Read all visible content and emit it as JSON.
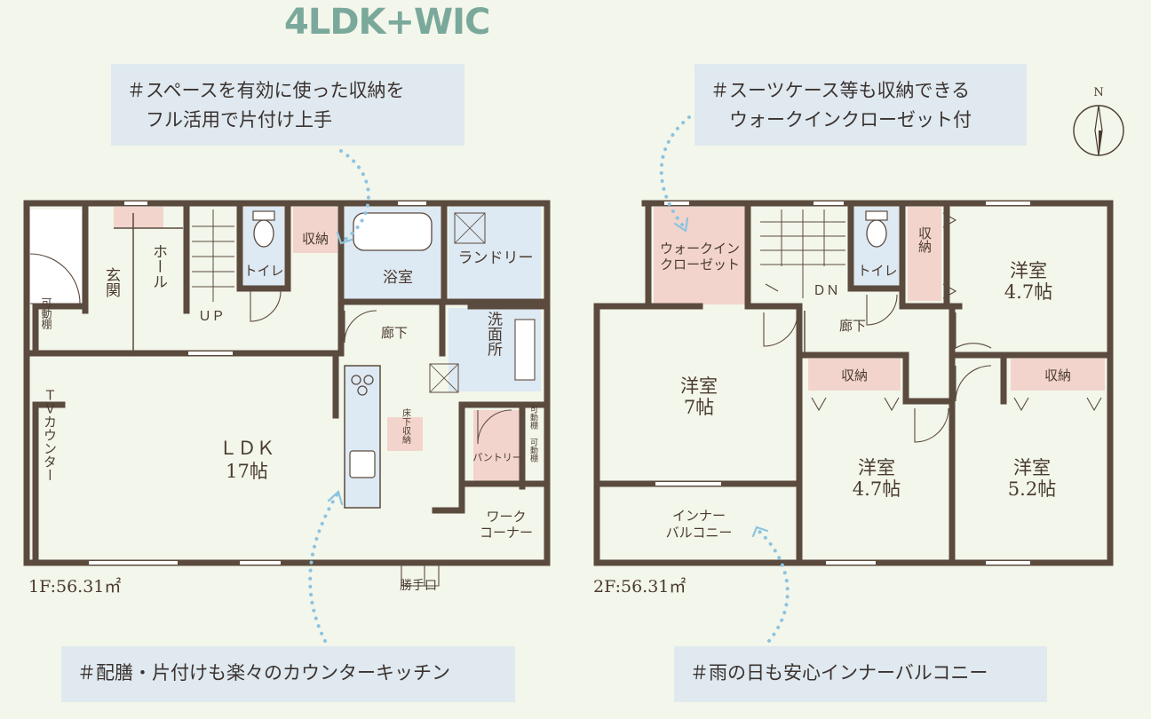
{
  "title": "4LDK+WIC",
  "callouts": {
    "top_left": [
      "＃スペースを有効に使った収納を",
      "　フル活用で片付け上手"
    ],
    "top_right": [
      "＃スーツケース等も収納できる",
      "　ウォークインクローゼット付"
    ],
    "bottom_left": "＃配膳・片付けも楽々のカウンターキッチン",
    "bottom_right": "＃雨の日も安心インナーバルコニー"
  },
  "compass": "N",
  "floor1": {
    "area": "1F:56.31㎡",
    "rooms": {
      "genkan": "玄関",
      "hall": "ホール",
      "up": "ＵＰ",
      "toilet": "トイレ",
      "shuno": "収納",
      "bath": "浴室",
      "laundry": "ランドリー",
      "kabedou": "可動棚",
      "rouka": "廊下",
      "senmen": "洗面所",
      "ldk_name": "ＬＤＫ",
      "ldk_size": "17帖",
      "tv": "ＴＶカウンター",
      "yukashita": "床下収納",
      "pantry": "パントリー",
      "kadou1": "可動棚",
      "kadou2": "可動棚",
      "work": "ワークコーナー",
      "katteguchi": "勝手口"
    }
  },
  "floor2": {
    "area": "2F:56.31㎡",
    "rooms": {
      "wic1": "ウォークイン",
      "wic2": "クローゼット",
      "dn": "ＤＮ",
      "toilet": "トイレ",
      "shuno_v": "収納",
      "youshitsu_ne_name": "洋室",
      "youshitsu_ne_size": "4.7帖",
      "rouka": "廊下",
      "youshitsu_w_name": "洋室",
      "youshitsu_w_size": "7帖",
      "shuno_a": "収納",
      "shuno_b": "収納",
      "youshitsu_c_name": "洋室",
      "youshitsu_c_size": "4.7帖",
      "youshitsu_e_name": "洋室",
      "youshitsu_e_size": "5.2帖",
      "inner1": "インナー",
      "inner2": "バルコニー"
    }
  },
  "colors": {
    "wall": "#5b4a3e",
    "wet_blue": "#dde9f3",
    "storage_pink": "#f2d4cc",
    "dots": "#8cc3e0",
    "title": "#7aa99c",
    "callout_bg": "#dfe9ef"
  }
}
